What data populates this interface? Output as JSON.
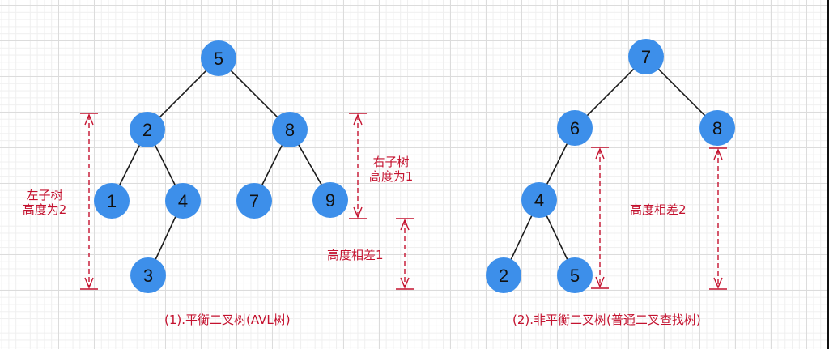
{
  "colors": {
    "node_fill": "#3d8fea",
    "edge": "#1a1a1a",
    "annotation": "#c4122f"
  },
  "trees": [
    {
      "caption": "(1).平衡二叉树(AVL树)",
      "nodes": [
        {
          "id": "t1-5",
          "label": "5"
        },
        {
          "id": "t1-2",
          "label": "2"
        },
        {
          "id": "t1-8",
          "label": "8"
        },
        {
          "id": "t1-1",
          "label": "1"
        },
        {
          "id": "t1-4",
          "label": "4"
        },
        {
          "id": "t1-7",
          "label": "7"
        },
        {
          "id": "t1-9",
          "label": "9"
        },
        {
          "id": "t1-3",
          "label": "3"
        }
      ],
      "edges": [
        [
          "t1-5",
          "t1-2"
        ],
        [
          "t1-5",
          "t1-8"
        ],
        [
          "t1-2",
          "t1-1"
        ],
        [
          "t1-2",
          "t1-4"
        ],
        [
          "t1-8",
          "t1-7"
        ],
        [
          "t1-8",
          "t1-9"
        ],
        [
          "t1-4",
          "t1-3"
        ]
      ],
      "annotations": {
        "left_height_line1": "左子树",
        "left_height_line2": "高度为2",
        "right_height_line1": "右子树",
        "right_height_line2": "高度为1",
        "diff": "高度相差1"
      }
    },
    {
      "caption": "(2).非平衡二叉树(普通二叉查找树)",
      "nodes": [
        {
          "id": "t2-7",
          "label": "7"
        },
        {
          "id": "t2-6",
          "label": "6"
        },
        {
          "id": "t2-8",
          "label": "8"
        },
        {
          "id": "t2-4",
          "label": "4"
        },
        {
          "id": "t2-2",
          "label": "2"
        },
        {
          "id": "t2-5",
          "label": "5"
        }
      ],
      "edges": [
        [
          "t2-7",
          "t2-6"
        ],
        [
          "t2-7",
          "t2-8"
        ],
        [
          "t2-6",
          "t2-4"
        ],
        [
          "t2-4",
          "t2-2"
        ],
        [
          "t2-4",
          "t2-5"
        ]
      ],
      "annotations": {
        "diff": "高度相差2"
      }
    }
  ]
}
